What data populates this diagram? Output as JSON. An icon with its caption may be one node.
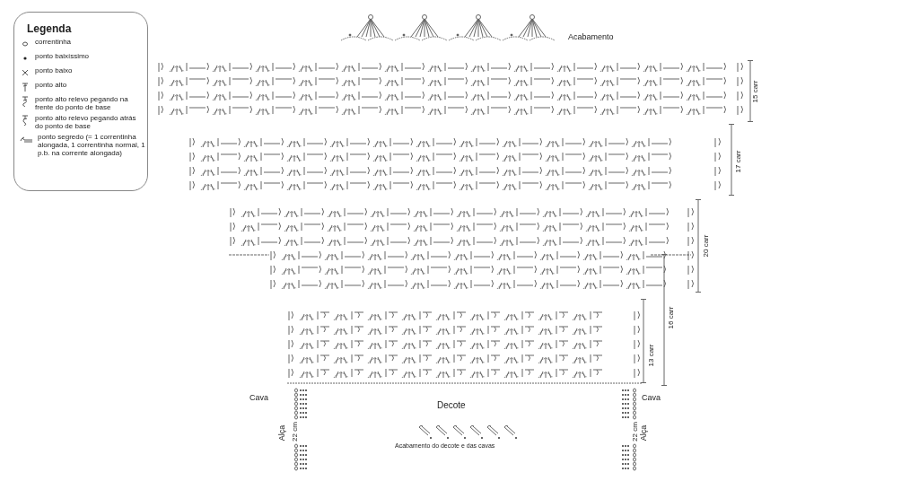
{
  "diagram": {
    "labels": [
      "Legenda",
      "Acabamento",
      "15 carr",
      "17 carr",
      "20 carr",
      "16 carr",
      "13 carr",
      "Cava",
      "Decote",
      "Cava",
      "Alça",
      "22 cm",
      "Acabamento do decote e das cavas",
      "22 cm",
      "Alça"
    ],
    "legend": [
      {
        "text": "correntinha"
      },
      {
        "text": "ponto baixíssimo"
      },
      {
        "text": "ponto baixo"
      },
      {
        "text": "ponto alto"
      },
      {
        "text": "ponto alto relevo pegando na frente do ponto de base"
      },
      {
        "text": "ponto alto relevo pegando atrás do ponto de base"
      },
      {
        "text": "ponto segredo (= 1 correntinha alongada, 1 correntinha normal, 1 p.b. na corrente alongada)"
      }
    ]
  }
}
